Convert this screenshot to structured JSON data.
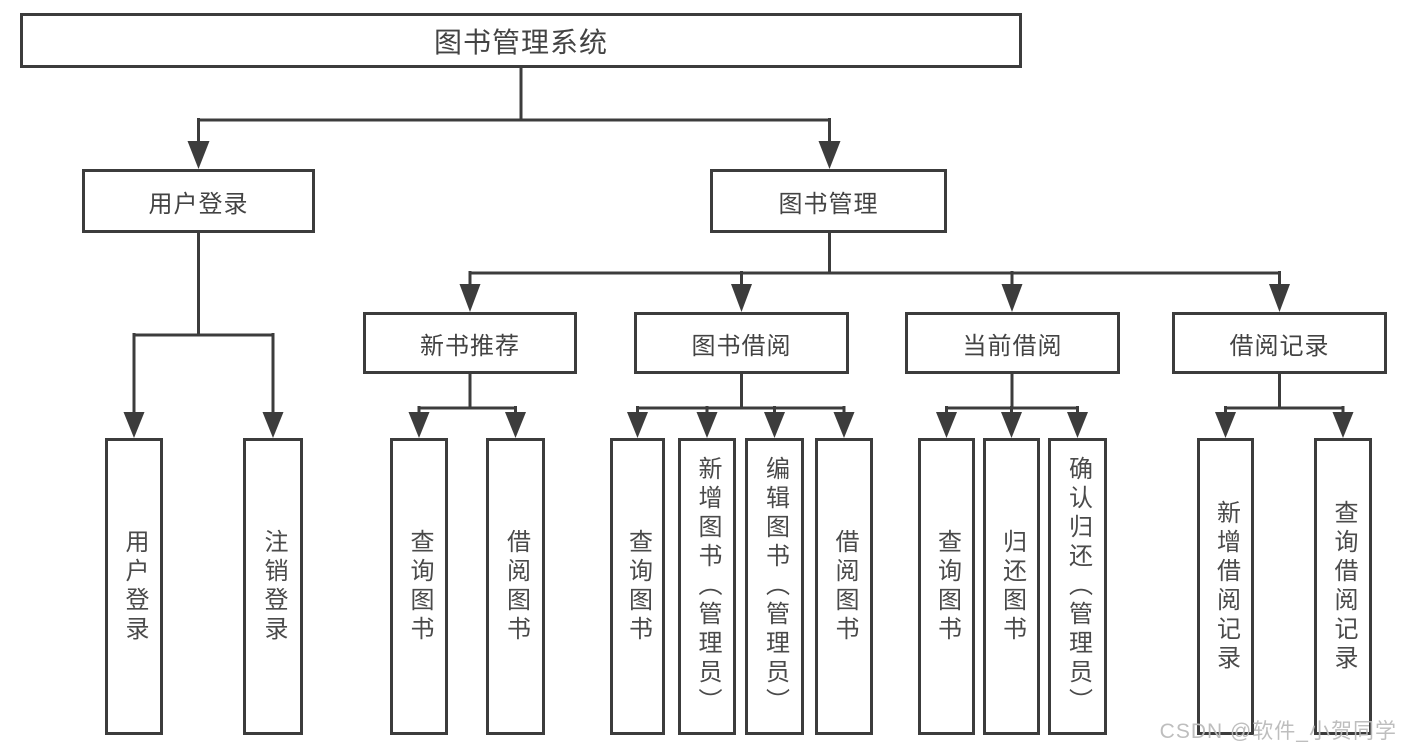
{
  "diagram": {
    "tree": {
      "label": "图书管理系统",
      "children": [
        {
          "label": "用户登录",
          "children": [
            {
              "label": "用户登录"
            },
            {
              "label": "注销登录"
            }
          ]
        },
        {
          "label": "图书管理",
          "children": [
            {
              "label": "新书推荐",
              "children": [
                {
                  "label": "查询图书"
                },
                {
                  "label": "借阅图书"
                }
              ]
            },
            {
              "label": "图书借阅",
              "children": [
                {
                  "label": "查询图书"
                },
                {
                  "label": "新增图书（管理员）"
                },
                {
                  "label": "编辑图书（管理员）"
                },
                {
                  "label": "借阅图书"
                }
              ]
            },
            {
              "label": "当前借阅",
              "children": [
                {
                  "label": "查询图书"
                },
                {
                  "label": "归还图书"
                },
                {
                  "label": "确认归还（管理员）"
                }
              ]
            },
            {
              "label": "借阅记录",
              "children": [
                {
                  "label": "新增借阅记录"
                },
                {
                  "label": "查询借阅记录"
                }
              ]
            }
          ]
        }
      ]
    },
    "watermark": "CSDN @软件_小贺同学",
    "colors": {
      "line": "#3c3c3c",
      "box_border": "#3c3c3c",
      "text": "#444444",
      "background": "#ffffff",
      "watermark": "#bbbbbb"
    }
  }
}
